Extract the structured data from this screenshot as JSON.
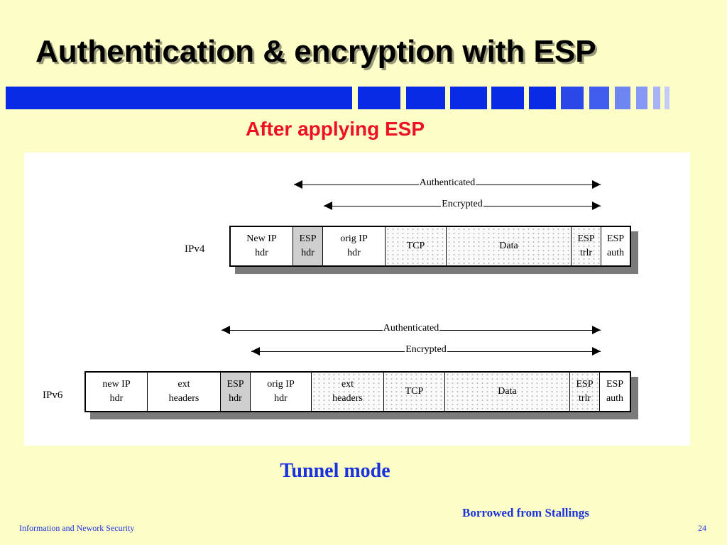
{
  "slide": {
    "title": "Authentication & encryption with ESP",
    "subtitle": "After applying ESP",
    "caption": "Tunnel mode",
    "credit": "Borrowed from Stallings",
    "footer_left": "Information and  Nework Security",
    "page_number": "24"
  },
  "colors": {
    "background": "#fdfdc8",
    "title_bar": "#0a2be6",
    "subtitle": "#ee1122",
    "caption": "#1a33dd"
  },
  "diagram": {
    "ipv4": {
      "label": "IPv4",
      "authenticated_label": "Authenticated",
      "encrypted_label": "Encrypted",
      "fields": [
        "New IP\nhdr",
        "ESP\nhdr",
        "orig IP\nhdr",
        "TCP",
        "Data",
        "ESP\ntrlr",
        "ESP\nauth"
      ]
    },
    "ipv6": {
      "label": "IPv6",
      "authenticated_label": "Authenticated",
      "encrypted_label": "Encrypted",
      "fields": [
        "new IP\nhdr",
        "ext\nheaders",
        "ESP\nhdr",
        "orig IP\nhdr",
        "ext\nheaders",
        "TCP",
        "Data",
        "ESP\ntrlr",
        "ESP\nauth"
      ]
    }
  }
}
